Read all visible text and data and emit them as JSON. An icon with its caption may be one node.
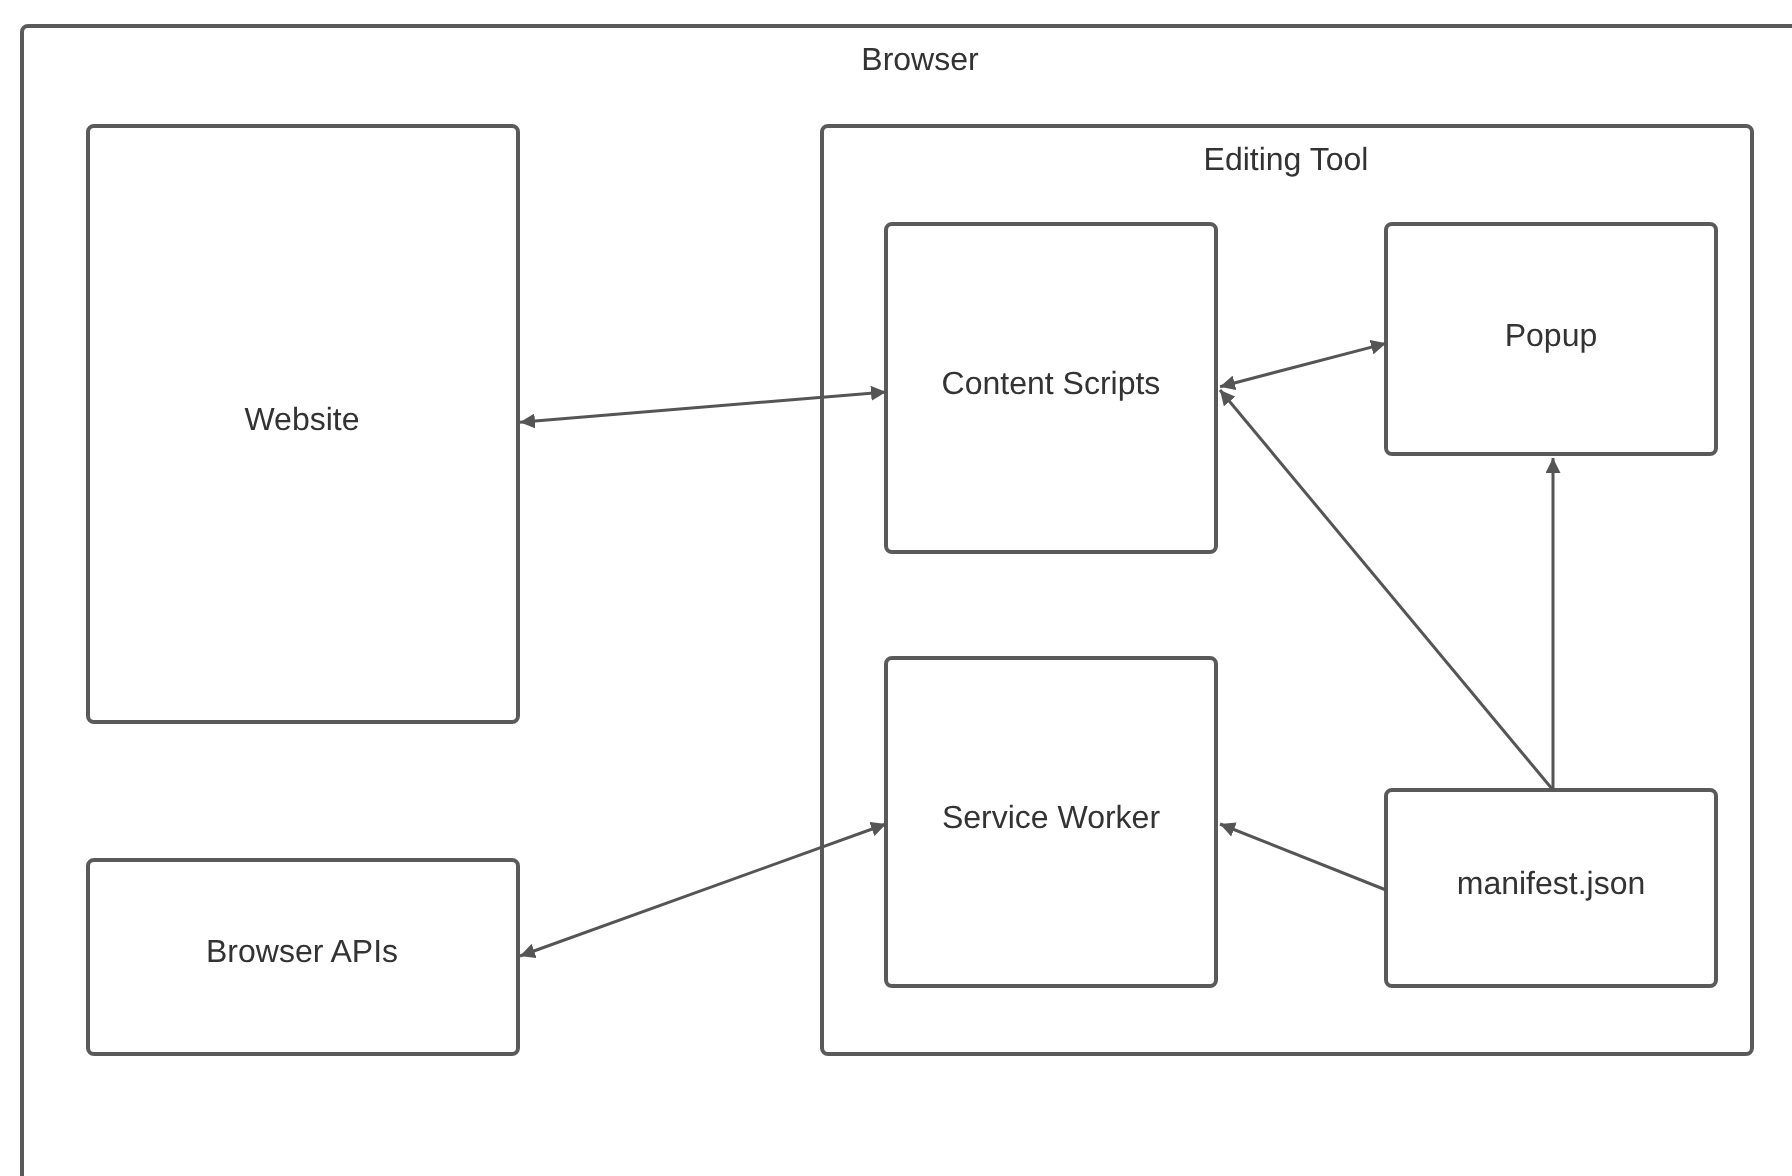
{
  "diagram": {
    "nodes": [
      {
        "text": [
          "Browser"
        ]
      },
      {
        "text": [
          "Website"
        ],
        "in": 0
      },
      {
        "text": [
          "Editing Tool"
        ],
        "in": 0
      },
      {
        "text": [
          "Content Scripts"
        ],
        "in": 2
      },
      {
        "text": [
          "Popup"
        ],
        "in": 2
      },
      {
        "text": [
          "Service Worker"
        ],
        "in": 2
      },
      {
        "text": [
          "manifest.json"
        ],
        "in": 2
      },
      {
        "text": [
          "Browser APIs"
        ],
        "in": 0
      }
    ],
    "edges": [
      {
        "from": 1,
        "to": 3,
        "arrow": "both"
      },
      {
        "from": 3,
        "to": 4,
        "arrow": "both"
      },
      {
        "from": 6,
        "to": 3,
        "arrow": "to"
      },
      {
        "from": 6,
        "to": 4,
        "arrow": "to"
      },
      {
        "from": 6,
        "to": 5,
        "arrow": "to"
      },
      {
        "from": 7,
        "to": 5,
        "arrow": "both"
      }
    ]
  }
}
